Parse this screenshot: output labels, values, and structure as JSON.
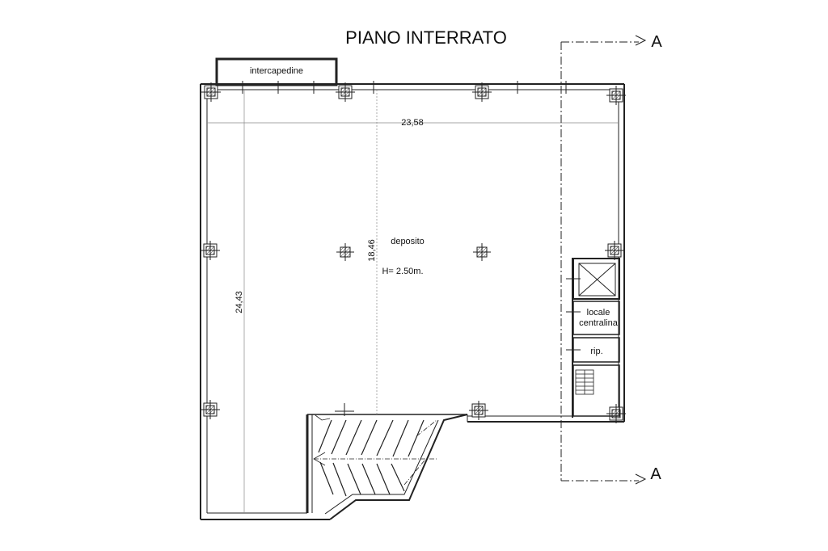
{
  "title": "PIANO INTERRATO",
  "rooms": {
    "intercapedine": "intercapedine",
    "deposito": "deposito",
    "height": "H= 2.50m.",
    "locale_line1": "locale",
    "locale_line2": "centralina",
    "rip": "rip."
  },
  "dimensions": {
    "width": "23,58",
    "depth_total": "24,43",
    "depth_inner": "18,46"
  },
  "section": {
    "top_label": "A",
    "bottom_label": "A"
  }
}
